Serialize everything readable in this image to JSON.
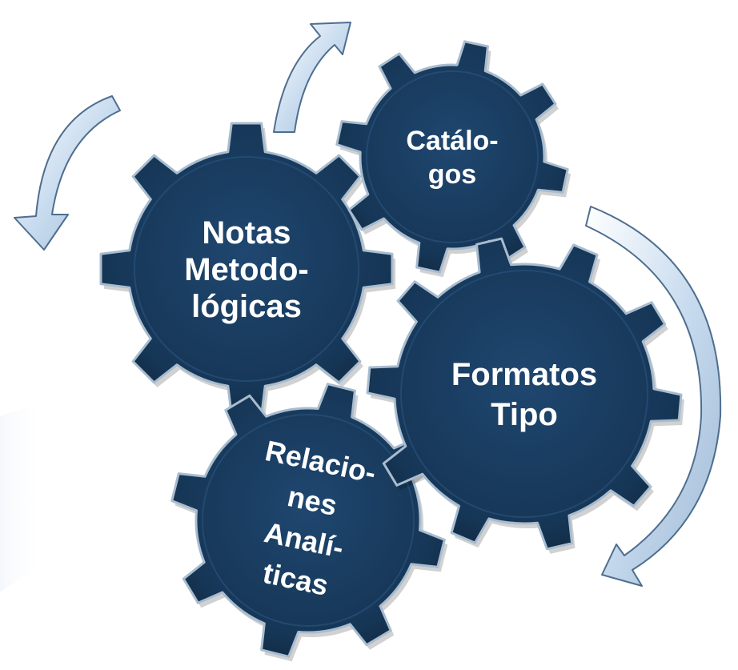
{
  "diagram": {
    "colors": {
      "gear_fill": "#183a5c",
      "gear_edge": "#a8bccf",
      "arrow_fill": "#c9dcef",
      "arrow_edge": "#4f6e8f",
      "label": "#ffffff"
    },
    "gears": [
      {
        "id": "notas",
        "lines": [
          "Notas",
          "Metodo-",
          "lógicas"
        ]
      },
      {
        "id": "catalogos",
        "lines": [
          "Catálo-",
          "gos"
        ]
      },
      {
        "id": "formatos",
        "lines": [
          "Formatos",
          "Tipo"
        ]
      },
      {
        "id": "relaciones",
        "lines": [
          "Relacio-",
          "nes",
          "Analí-",
          "ticas"
        ]
      }
    ]
  }
}
